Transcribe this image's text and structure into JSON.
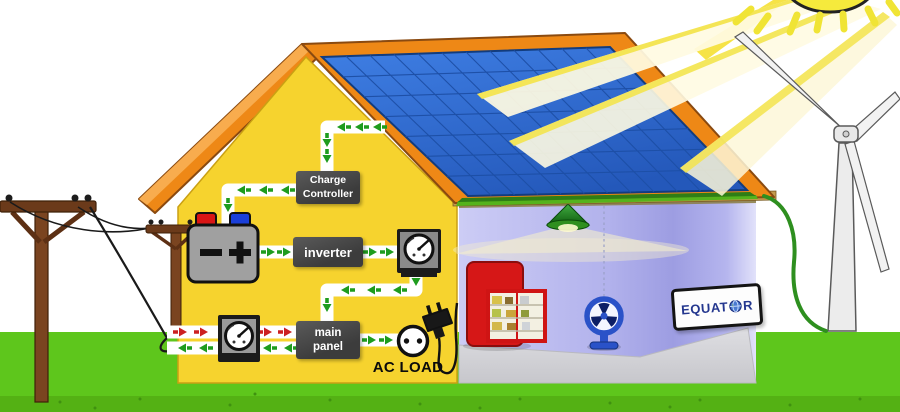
{
  "diagram": {
    "labels": {
      "charge_controller": [
        "Charge",
        "Controller"
      ],
      "inverter": "inverter",
      "main_panel": [
        "main",
        "panel"
      ],
      "ac_load": "AC LOAD",
      "equator_sign": {
        "full": "EQUATOR",
        "prefix": "EQUAT",
        "suffix": "R"
      }
    },
    "colors": {
      "house_wall_yellow": "#f6d32e",
      "roof_orange": "#ee8816",
      "solar_panel_blue": "#2f6bd4",
      "grass_green": "#5ec61c",
      "flow_arrow_green": "#1e9c1e",
      "flow_arrow_red": "#cc2020",
      "room_wall_lavender": "#b2b2ec",
      "fridge_red": "#d61717",
      "fan_blue": "#2a52c8",
      "sun_yellow": "#f6ea3c",
      "label_box_gray": "#3e3e3e",
      "equator_text_navy": "#23368e"
    },
    "components": [
      {
        "name": "sun"
      },
      {
        "name": "sun-beams"
      },
      {
        "name": "wind-turbine"
      },
      {
        "name": "solar-panel-array"
      },
      {
        "name": "utility-pole-large"
      },
      {
        "name": "utility-pole-small"
      },
      {
        "name": "power-lines"
      },
      {
        "name": "charge-controller",
        "label": "Charge Controller"
      },
      {
        "name": "battery"
      },
      {
        "name": "inverter",
        "label": "inverter"
      },
      {
        "name": "ac-meter"
      },
      {
        "name": "main-panel",
        "label": "main panel"
      },
      {
        "name": "grid-meter"
      },
      {
        "name": "ac-outlet"
      },
      {
        "name": "ac-plug",
        "label": "AC LOAD"
      },
      {
        "name": "refrigerator"
      },
      {
        "name": "pedestal-fan"
      },
      {
        "name": "ceiling-lamp"
      },
      {
        "name": "equator-sign",
        "label": "EQUATOR"
      }
    ],
    "flows": [
      {
        "from": "solar-panel-array",
        "to": "charge-controller",
        "arrow_color": "green"
      },
      {
        "from": "charge-controller",
        "to": "battery",
        "arrow_color": "green"
      },
      {
        "from": "battery",
        "to": "inverter",
        "arrow_color": "green"
      },
      {
        "from": "inverter",
        "to": "ac-meter",
        "arrow_color": "green"
      },
      {
        "from": "ac-meter",
        "to": "main-panel",
        "arrow_color": "green"
      },
      {
        "from": "main-panel",
        "to": "ac-outlet",
        "arrow_color": "green"
      },
      {
        "from": "power-lines",
        "to": "main-panel",
        "arrow_color": "red"
      },
      {
        "from": "main-panel",
        "to": "power-lines",
        "arrow_color": "green"
      }
    ]
  }
}
